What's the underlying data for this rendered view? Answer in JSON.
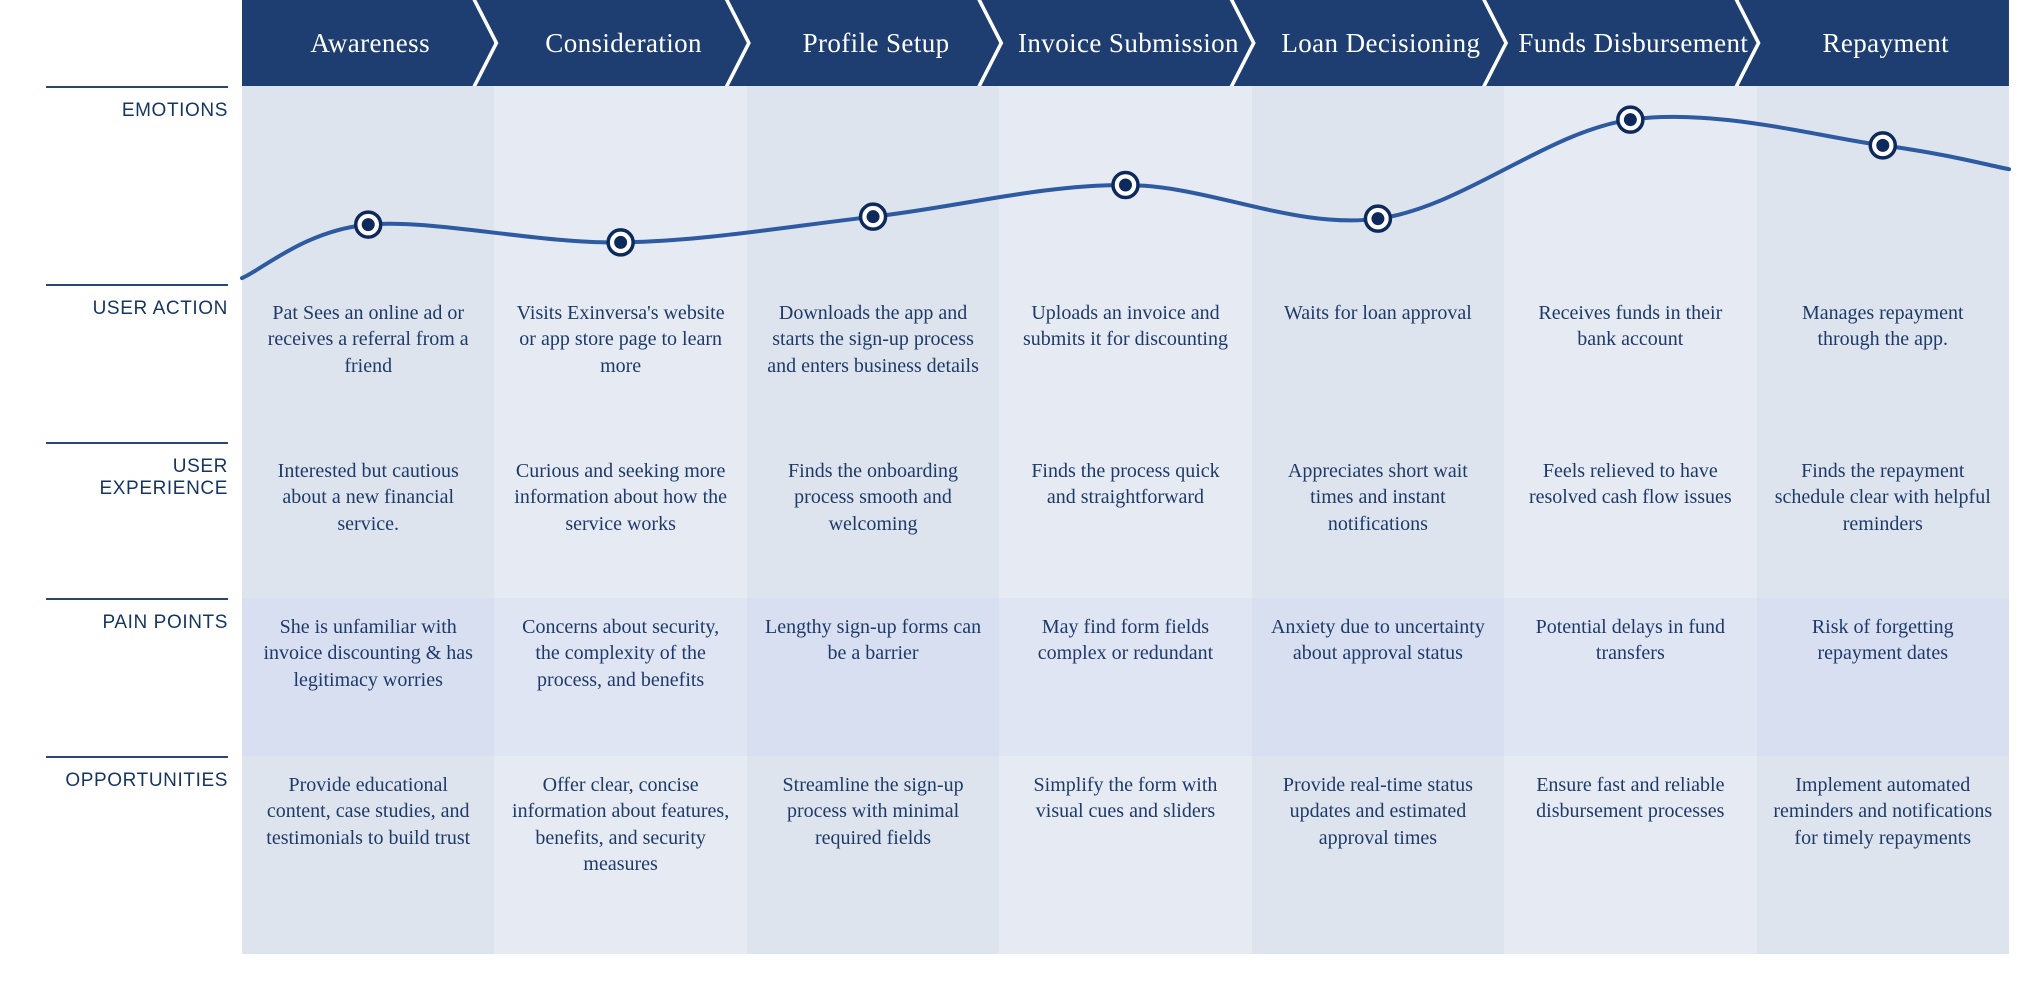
{
  "stages": [
    "Awareness",
    "Consideration",
    "Profile Setup",
    "Invoice Submission",
    "Loan Decisioning",
    "Funds Disbursement",
    "Repayment"
  ],
  "emotions": {
    "label": "EMOTIONS",
    "curve": {
      "start_y_fraction": 0.97,
      "stage_y_fractions": [
        0.7,
        0.79,
        0.66,
        0.5,
        0.67,
        0.17,
        0.3
      ],
      "end_y_fraction": 0.42
    }
  },
  "chart_data": {
    "type": "line",
    "categories": [
      "Awareness",
      "Consideration",
      "Profile Setup",
      "Invoice Submission",
      "Loan Decisioning",
      "Funds Disbursement",
      "Repayment"
    ],
    "values_position_from_top_fraction": [
      0.7,
      0.79,
      0.66,
      0.5,
      0.67,
      0.17,
      0.3
    ],
    "title": "",
    "xlabel": "",
    "ylabel": "EMOTIONS",
    "legend": []
  },
  "rows": {
    "user_action": {
      "label": "USER ACTION",
      "cells": [
        "Pat Sees an online ad or receives a referral from a friend",
        "Visits Exinversa's website or app store page to learn more",
        "Downloads the app and starts the sign-up process and enters business details",
        "Uploads an invoice and submits it for discounting",
        "Waits for loan approval",
        "Receives funds in their bank account",
        "Manages repayment through the app."
      ]
    },
    "user_experience": {
      "label": "USER EXPERIENCE",
      "cells": [
        "Interested but cautious about a new financial service.",
        "Curious and seeking more information about how the service works",
        "Finds the onboarding process smooth and welcoming",
        "Finds the process quick and straightforward",
        "Appreciates short wait times and instant notifications",
        "Feels relieved to have resolved cash flow issues",
        "Finds the repayment schedule clear with helpful reminders"
      ]
    },
    "pain_points": {
      "label": "PAIN POINTS",
      "cells": [
        "She is unfamiliar with invoice discounting & has legitimacy worries",
        "Concerns about security, the complexity of the process, and benefits",
        "Lengthy sign-up forms can be a barrier",
        "May find form fields complex or redundant",
        "Anxiety due to uncertainty about approval status",
        "Potential delays in fund transfers",
        "Risk of forgetting repayment dates"
      ]
    },
    "opportunities": {
      "label": "OPPORTUNITIES",
      "cells": [
        "Provide educational content, case studies, and testimonials to build trust",
        "Offer clear, concise information about features, benefits, and security measures",
        "Streamline the sign-up process with minimal required fields",
        "Simplify the form with visual cues and sliders",
        "Provide real-time status updates and estimated approval times",
        "Ensure fast and reliable disbursement processes",
        "Implement automated reminders and notifications for timely repayments"
      ]
    }
  },
  "colors": {
    "header_bg": "#1e3e72",
    "header_text": "#ffffff",
    "cell_text": "#1e3a68",
    "label_text": "#16355f",
    "rule": "#2a4673",
    "tint_odd": "#dde4ee",
    "tint_even": "#e5eaf3",
    "pain_tint_odd": "#d8dff1",
    "pain_tint_even": "#e0e5f4",
    "curve_line": "#2d5aa0",
    "dot_fill": "#0e2a5c",
    "dot_ring": "#ffffff",
    "background": "#ffffff"
  }
}
